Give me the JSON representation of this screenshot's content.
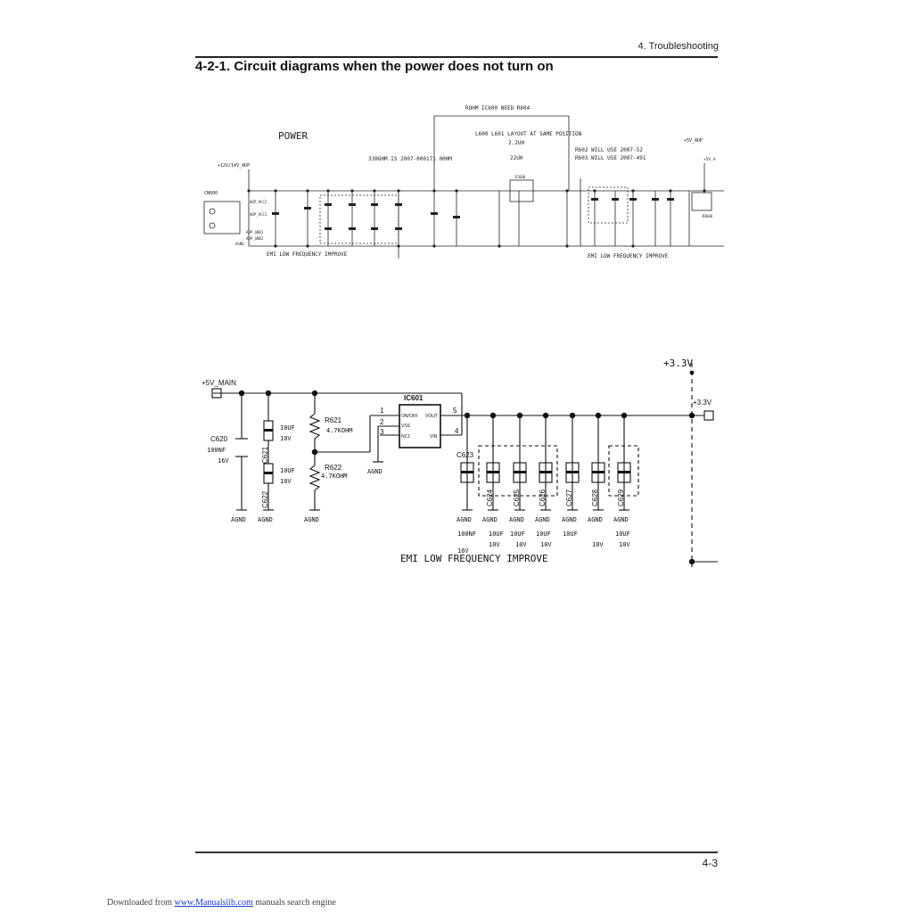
{
  "header": {
    "section": "4. Troubleshooting",
    "title": "4-2-1. Circuit diagrams when the power does not turn on"
  },
  "schematic1": {
    "label_power": "POWER",
    "note_rohm": "ROHM IC600 NEED R604",
    "note_layout": "L600 L601 LAYOUT AT SAME POSITION",
    "note_ind1": "2.2UH",
    "note_ind2": "22UH",
    "note_330": "330OHM IS 2007-000171 00HM",
    "note_r602": "R602 WILL USE 2007-52",
    "note_r603": "R603 WILL USE 2007-491",
    "net_12v": "+12V/14V_ADP",
    "net_5v_adp": "+5V_ADP",
    "net_5v_a": "+5V_A",
    "cn600": "CN600",
    "adp_vcc2": "ADP_VCC2",
    "adp_vcc1": "ADP_VCC1",
    "adp_gnd1": "ADP_GND1",
    "adp_gnd2": "ADP_GND2",
    "agnd": "AGND",
    "ic600": "IC600",
    "zd600": "ZD600",
    "emi_left": "EMI LOW FREQUENCY IMPROVE",
    "emi_right": "EMI LOW FREQUENCY IMPROVE"
  },
  "schematic2": {
    "net_5v_main": "+5V_MAIN",
    "net_33v_top": "+3.3V",
    "net_33v": "+3.3V",
    "ic601": "IC601",
    "pin1": "1",
    "pin2": "2",
    "pin3": "3",
    "pin4": "4",
    "pin5": "5",
    "pin_onoff": "ON/OFF",
    "pin_vout": "VOUT",
    "pin_vss": "VSS",
    "pin_nc1": "NC1",
    "pin_vin": "VIN",
    "r621": "R621",
    "r621_val": "4.7KOHM",
    "r622": "R622",
    "r622_val": "4.7KOHM",
    "c620": "C620",
    "c620_val": "100NF",
    "c620_v": "16V",
    "c621": "C621",
    "c621_val": "10UF",
    "c621_v": "10V",
    "c622": "C622",
    "c622_val": "10UF",
    "c622_v": "10V",
    "c623": "C623",
    "caps": [
      "C624",
      "C625",
      "C626",
      "C627",
      "C628",
      "C629"
    ],
    "gnd": "AGND",
    "bottom_vals": [
      "100NF",
      "10UF",
      "10UF",
      "10UF",
      "10UF",
      "10UF"
    ],
    "bottom_volts": [
      "16V",
      "10V",
      "10V",
      "10V",
      "10V",
      "10V"
    ],
    "emi": "EMI LOW FREQUENCY IMPROVE"
  },
  "footer": {
    "page": "4-3",
    "download_prefix": "Downloaded from",
    "download_link": "www.Manualslib.com",
    "download_suffix": "manuals search engine"
  }
}
